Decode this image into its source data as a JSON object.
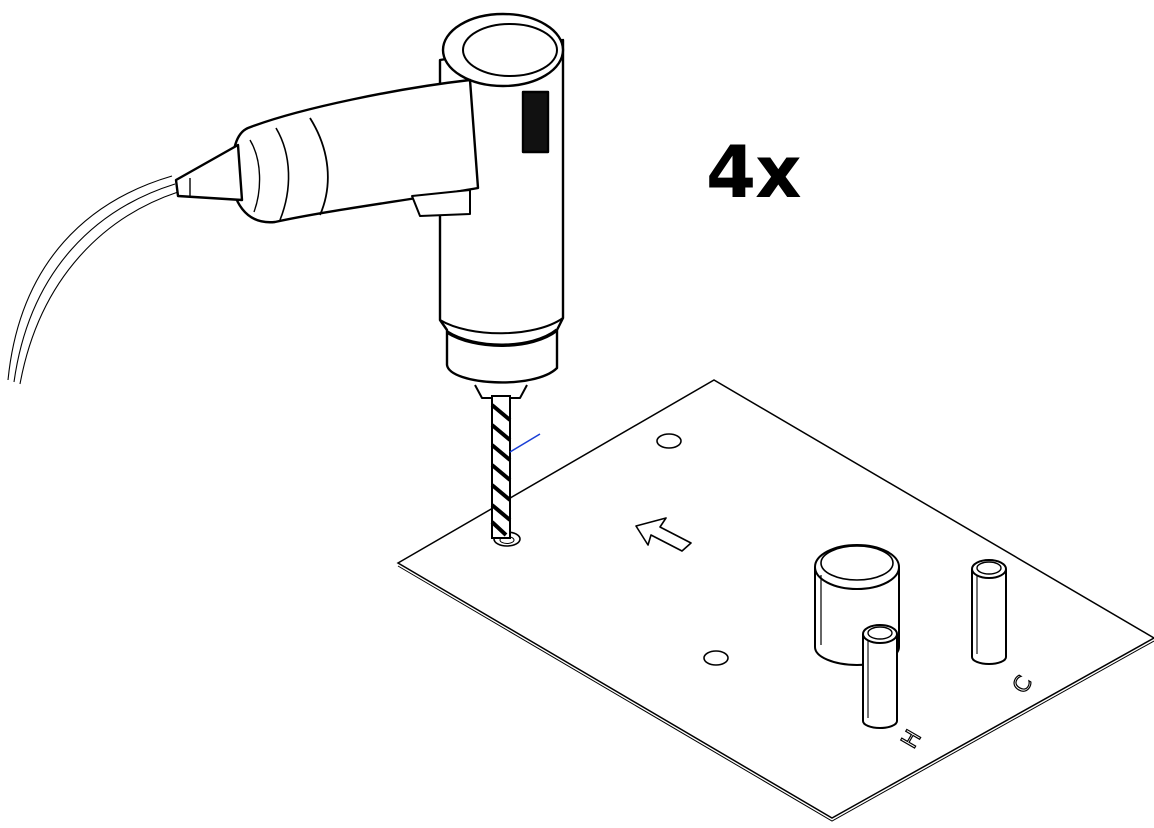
{
  "instruction": {
    "repeat_count": "4x",
    "plate_markings": {
      "corner_mark_h": "H",
      "corner_mark_c": "C"
    }
  },
  "colors": {
    "line": "#000000",
    "background": "#ffffff",
    "drill_guide": "#1a3fd6"
  },
  "icons": [
    "power-drill-icon",
    "drill-bit-icon",
    "direction-arrow-icon",
    "power-cord-icon"
  ]
}
